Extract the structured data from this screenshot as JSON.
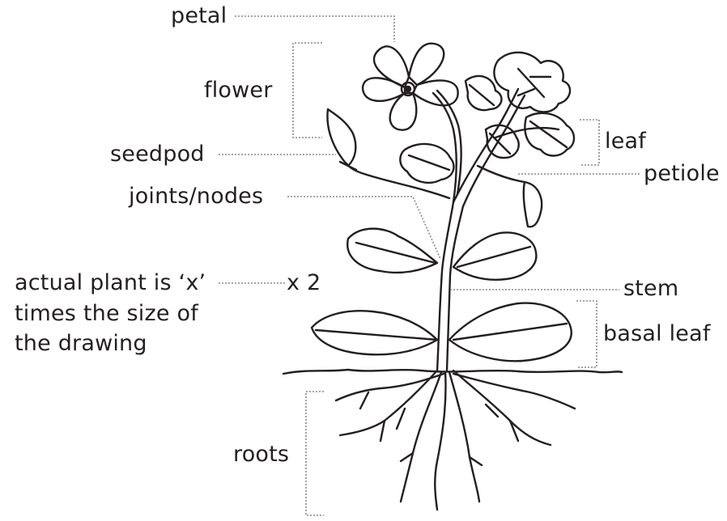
{
  "labels": {
    "petal": "petal",
    "flower": "flower",
    "seedpod": "seedpod",
    "joints_nodes": "joints/nodes",
    "leaf": "leaf",
    "petiole": "petiole",
    "stem": "stem",
    "basal_leaf": "basal leaf",
    "roots": "roots",
    "scale_note": [
      "actual plant is ‘x’",
      "times the size of",
      "the drawing"
    ],
    "scale_value": "x 2"
  },
  "colors": {
    "ink": "#231f20",
    "leader_line": "#888888",
    "background": "#ffffff"
  }
}
